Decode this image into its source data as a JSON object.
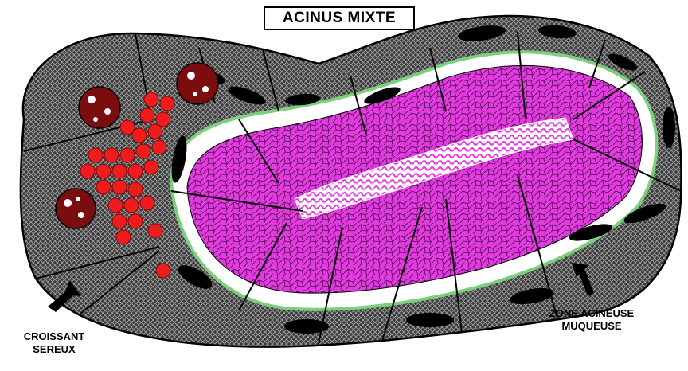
{
  "title": "ACINUS MIXTE",
  "labels": {
    "serous_crescent_line1": "CROISSANT",
    "serous_crescent_line2": "SEREUX",
    "mucous_zone_line1": "ZONE ACINEUSE",
    "mucous_zone_line2": "MUQUEUSE"
  },
  "colors": {
    "cell_gray": "#3a3a3a",
    "mucus_magenta": "#e23be0",
    "granule_red": "#ee1c1c",
    "nucleus_maroon": "#7a0d0d",
    "lumen_pink": "#f3b6f0",
    "membrane_green": "#7ad17a",
    "outline": "#000000"
  }
}
